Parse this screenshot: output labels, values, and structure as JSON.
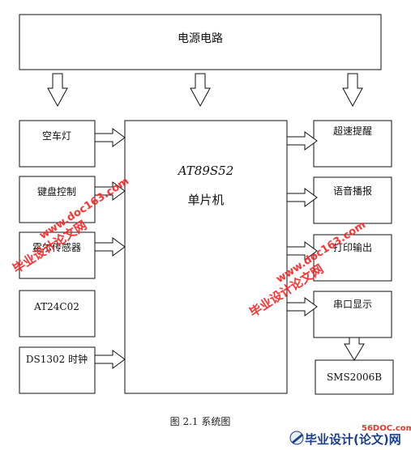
{
  "diagram": {
    "power_box": "电源电路",
    "mcu_line1": "AT89S52",
    "mcu_line2": "单片机",
    "inputs": [
      "空车灯",
      "键盘控制",
      "霍尔传感器",
      "AT24C02",
      "DS1302 时钟"
    ],
    "outputs": [
      "超速提醒",
      "语音播报",
      "打印输出",
      "串口显示"
    ],
    "display": "SMS2006B",
    "caption": "图 2.1  系统图"
  },
  "watermarks": {
    "url": "www.doc163.com",
    "site_cn": "毕业设计论文网"
  },
  "logo": {
    "domain": "56DOC.com",
    "title": "毕业设计(论文)网"
  },
  "colors": {
    "line": "#111111",
    "watermark": "#ff2222",
    "logo_blue": "#1a3f8f",
    "logo_red": "#e23a2a"
  }
}
